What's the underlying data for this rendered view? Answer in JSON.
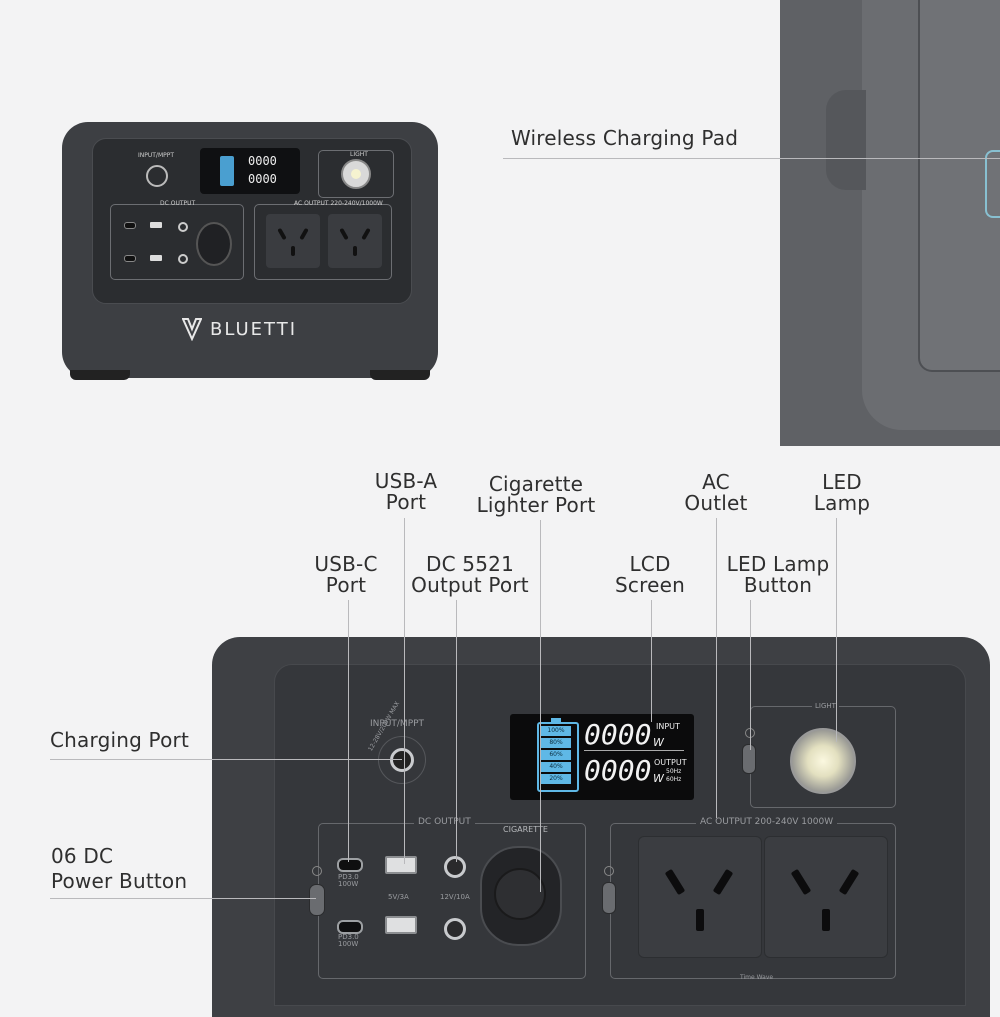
{
  "callouts": {
    "wireless": "Wireless Charging Pad",
    "usba": [
      "USB-A",
      "Port"
    ],
    "cigarette": [
      "Cigarette",
      "Lighter Port"
    ],
    "ac_outlet": [
      "AC",
      "Outlet"
    ],
    "led_lamp": [
      "LED",
      "Lamp"
    ],
    "usbc": [
      "USB-C",
      "Port"
    ],
    "dc5521": [
      "DC 5521",
      "Output Port"
    ],
    "lcd": [
      "LCD",
      "Screen"
    ],
    "led_button": [
      "LED Lamp",
      "Button"
    ],
    "charging_port": "Charging Port",
    "dc_button": [
      "06 DC",
      "Power Button"
    ]
  },
  "device": {
    "brand": "BLUETTI",
    "input_label": "INPUT/MPPT",
    "input_ring": "12-28V/200W MAX",
    "light_label": "LIGHT",
    "dc_output_label": "DC OUTPUT",
    "cigarette_label": "CIGARETTE",
    "ac_output_label": "AC OUTPUT 200-240V 1000W",
    "ac_output_label_small": "AC OUTPUT 220-240V/1000W",
    "usbc_spec": [
      "PD3.0",
      "100W"
    ],
    "usba_spec": "5V/3A",
    "dc_spec": "12V/10A",
    "lcd": {
      "battery_levels": [
        "100%",
        "80%",
        "60%",
        "40%",
        "20%"
      ],
      "input_value": "0000",
      "output_value": "0000",
      "unit": "W",
      "input_label": "INPUT",
      "output_label": "OUTPUT",
      "freq": [
        "50Hz",
        "60Hz"
      ]
    },
    "time_wave": "Time Wave"
  },
  "colors": {
    "background": "#f3f3f4",
    "device_body": "#3e4044",
    "lcd_blue": "#5fb8e6",
    "callout_line": "#b9b9bc"
  }
}
